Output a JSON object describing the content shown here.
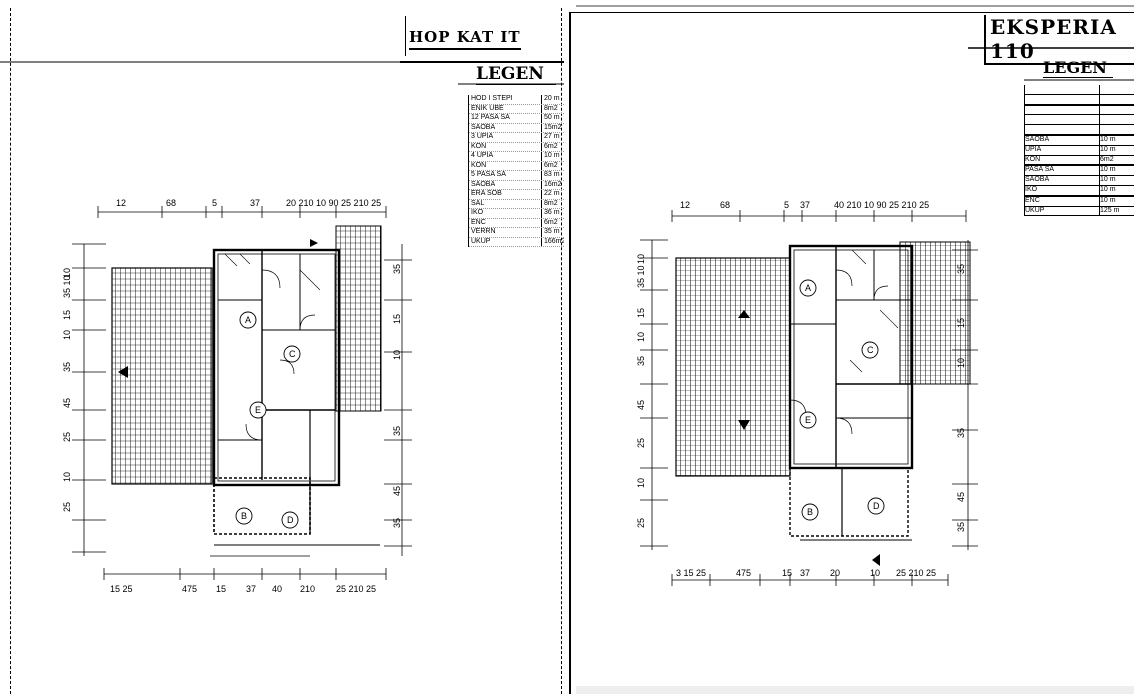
{
  "left_sheet": {
    "title": "HOP KAT IT",
    "legend_title": "LEGEN",
    "legend_rows": [
      {
        "name": "HOD I STEPI",
        "value": "20 m"
      },
      {
        "name": "ENIK UBE",
        "value": "8m2"
      },
      {
        "name": "12 PASA SA",
        "value": "50 m"
      },
      {
        "name": "SAOBA",
        "value": "15m2"
      },
      {
        "name": "3 UPIA",
        "value": "27 m"
      },
      {
        "name": "KON",
        "value": "6m2"
      },
      {
        "name": "4 UPIA",
        "value": "10 m"
      },
      {
        "name": "KON",
        "value": "6m2"
      },
      {
        "name": "5 PASA SA",
        "value": "83 m"
      },
      {
        "name": "SAOBA",
        "value": "16m2"
      },
      {
        "name": "ERA SOB",
        "value": "22 m"
      },
      {
        "name": "SAL",
        "value": "8m2"
      },
      {
        "name": "IKO",
        "value": "36 m"
      },
      {
        "name": "ENC",
        "value": "6m2"
      },
      {
        "name": "VERRN",
        "value": "35 m"
      },
      {
        "name": "UKUP",
        "value": "166m2"
      }
    ],
    "dims_top": [
      "12",
      "68",
      "5",
      "37",
      "20 210 10 90 25 210 25"
    ],
    "dims_bottom": [
      "15 25",
      "475",
      "15",
      "37",
      "40",
      "210",
      "25 210 25"
    ],
    "dims_left": [
      "10",
      "35 10",
      "15",
      "10",
      "35",
      "45",
      "25",
      "10",
      "25"
    ],
    "dims_right": [
      "35",
      "15",
      "10",
      "35",
      "45",
      "35"
    ],
    "room_labels": [
      "A",
      "C",
      "E",
      "B",
      "D"
    ]
  },
  "right_sheet": {
    "title": "EKSPERIA 110",
    "legend_title": "LEGEN",
    "legend_rows": [
      {
        "name": "",
        "value": ""
      },
      {
        "name": "",
        "value": ""
      },
      {
        "name": "",
        "value": ""
      },
      {
        "name": "",
        "value": ""
      },
      {
        "name": "",
        "value": ""
      },
      {
        "name": "SAOBA",
        "value": "10 m"
      },
      {
        "name": "UPIA",
        "value": "10 m"
      },
      {
        "name": "KON",
        "value": "6m2"
      },
      {
        "name": "PASA SA",
        "value": "10 m"
      },
      {
        "name": "SAOBA",
        "value": "10 m"
      },
      {
        "name": "IKO",
        "value": "10 m"
      },
      {
        "name": "ENC",
        "value": "10 m"
      },
      {
        "name": "UKUP",
        "value": "125 m"
      }
    ],
    "dims_top": [
      "12",
      "68",
      "5",
      "37",
      "40 210 10 90 25 210 25"
    ],
    "dims_bottom": [
      "3 15 25",
      "475",
      "15",
      "37",
      "20",
      "10",
      "25 210 25"
    ],
    "dims_left": [
      "10",
      "35 10",
      "15",
      "10",
      "35",
      "45",
      "25",
      "10",
      "25"
    ],
    "dims_right": [
      "35",
      "15",
      "10",
      "35",
      "45",
      "35"
    ],
    "room_labels": [
      "A",
      "C",
      "E",
      "B",
      "D"
    ]
  }
}
